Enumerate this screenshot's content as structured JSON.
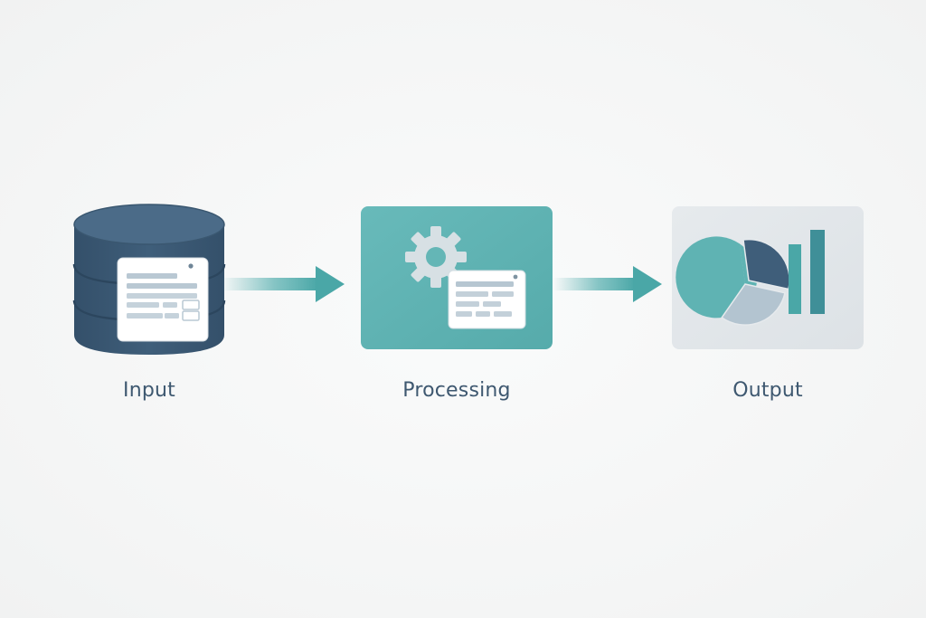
{
  "nodes": [
    {
      "id": "input",
      "label": "Input",
      "icon": "database-icon"
    },
    {
      "id": "processing",
      "label": "Processing",
      "icon": "gear-icon"
    },
    {
      "id": "output",
      "label": "Output",
      "icon": "chart-icon"
    }
  ],
  "colors": {
    "navy": "#3f5e7a",
    "teal": "#5fb3b3",
    "teal_light": "#8fcfcf",
    "panel": "#e3e7ea",
    "label": "#3e5870"
  }
}
